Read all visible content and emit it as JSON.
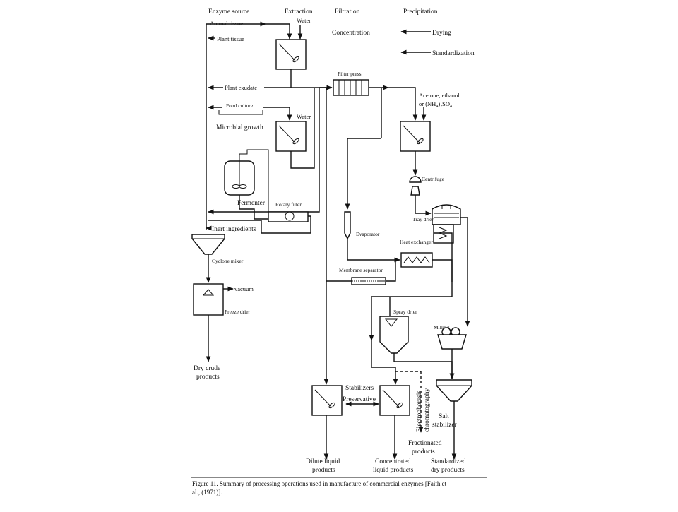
{
  "headers": {
    "enzyme_source": "Enzyme source",
    "extraction": "Extraction",
    "filtration": "Filtration",
    "precipitation": "Precipitation",
    "concentration": "Concentration",
    "drying": "Drying",
    "standardization": "Standardization"
  },
  "labels": {
    "animal_tissue": "Animal tissue",
    "water_1": "Water",
    "plant_tissue": "Plant tissue",
    "filter_press": "Filter press",
    "plant_exudate": "Plant exudate",
    "acetone_line1": "Acetone, ethanol",
    "acetone_line2_prefix": "or (NH",
    "acetone_sub1": "4",
    "acetone_mid": ")",
    "acetone_sub2": "2",
    "acetone_so": "SO",
    "acetone_sub3": "4",
    "pond_culture": "Pond culture",
    "water_2": "Water",
    "microbial_growth": "Microbial growth",
    "centrifuge": "Centrifuge",
    "fermenter": "Fermenter",
    "rotary_filter": "Rotary filter",
    "tray_drier": "Tray drier",
    "inert_ingredients": "Inert ingredients",
    "evaporator": "Evaporator",
    "heat_exchanger": "Heat exchanger",
    "cyclone_mixer": "Cyclone mixer",
    "membrane_separator": "Membrane separator",
    "vacuum": "vacuum",
    "freeze_drier": "Freeze drier",
    "spray_drier": "Spray drier",
    "milling": "Milling",
    "dry_crude_1": "Dry crude",
    "dry_crude_2": "products",
    "stabilizers": "Stabilizers",
    "preservative": "Preservative",
    "electrophoresis": "Electrophoresis",
    "chromatography": "chromatography",
    "salt": "Salt",
    "stabilizer": "stabilizer",
    "fractionated_1": "Fractionated",
    "fractionated_2": "products",
    "dilute_1": "Dilute liquid",
    "dilute_2": "products",
    "concentrated_1": "Concentrated",
    "concentrated_2": "liquid products",
    "standardized_1": "Standardized",
    "standardized_2": "dry products"
  },
  "caption": {
    "line1": "Figure 11.   Summary of processing operations used in manufacture of commercial enzymes [Faith et",
    "line2": "al., (1971)]."
  }
}
